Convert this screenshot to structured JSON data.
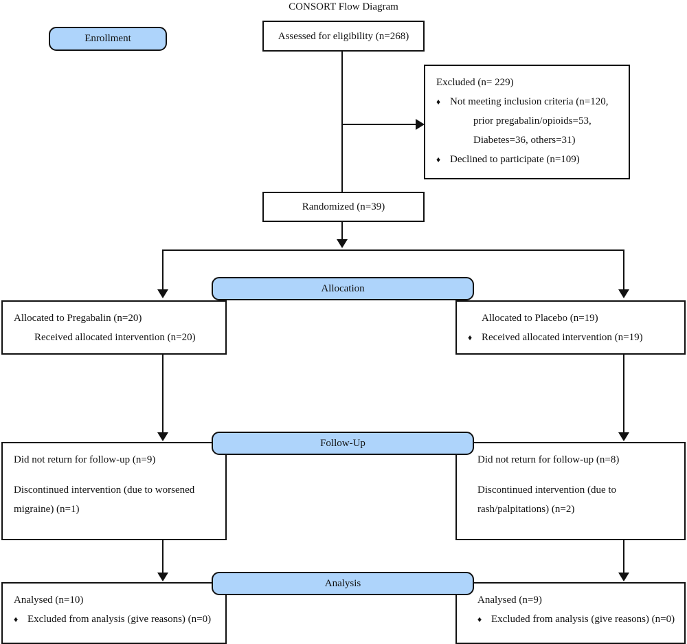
{
  "title": "CONSORT Flow Diagram",
  "stages": {
    "enrollment": "Enrollment",
    "allocation": "Allocation",
    "followup": "Follow-Up",
    "analysis": "Analysis"
  },
  "colors": {
    "banner_fill": "#aed4fb",
    "border": "#111111",
    "background": "#ffffff",
    "text": "#111111"
  },
  "nodes": {
    "assessed": {
      "text": "Assessed for eligibility (n=268)"
    },
    "excluded": {
      "heading": "Excluded (n= 229)",
      "items": [
        {
          "bullet": "♦",
          "lines": [
            "Not meeting inclusion criteria (n=120,",
            "prior pregabalin/opioids=53,",
            "Diabetes=36, others=31)"
          ]
        },
        {
          "bullet": "♦",
          "lines": [
            "Declined to participate (n=109)"
          ]
        }
      ]
    },
    "randomized": {
      "text": "Randomized (n=39)"
    },
    "alloc_left": {
      "line1": "Allocated to Pregabalin (n=20)",
      "line2": "Received allocated intervention (n=20)"
    },
    "alloc_right": {
      "line1": "Allocated to Placebo (n=19)",
      "bullet": "♦",
      "line2": "Received allocated intervention (n=19)"
    },
    "followup_left": {
      "line1": "Did not return for follow-up (n=9)",
      "line2a": "Discontinued intervention (due to worsened",
      "line2b": "migraine) (n=1)"
    },
    "followup_right": {
      "line1": "Did not return for follow-up (n=8)",
      "line2a": "Discontinued intervention (due to",
      "line2b": "rash/palpitations) (n=2)"
    },
    "analysis_left": {
      "line1": "Analysed (n=10)",
      "bullet": "♦",
      "line2": "Excluded from analysis (give reasons) (n=0)"
    },
    "analysis_right": {
      "line1": "Analysed (n=9)",
      "bullet": "♦",
      "line2": "Excluded from analysis (give reasons) (n=0)"
    }
  }
}
